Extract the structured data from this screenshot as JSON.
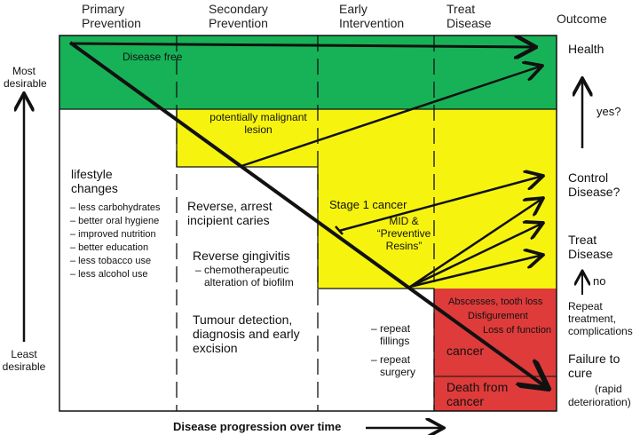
{
  "headers": {
    "primary": [
      "Primary",
      "Prevention"
    ],
    "secondary": [
      "Secondary",
      "Prevention"
    ],
    "early": [
      "Early",
      "Intervention"
    ],
    "treat": [
      "Treat",
      "Disease"
    ],
    "outcome": "Outcome"
  },
  "left_axis": {
    "top": [
      "Most",
      "desirable"
    ],
    "bottom": [
      "Least",
      "desirable"
    ]
  },
  "bottom_axis": "Disease progression over time",
  "regions": {
    "disease_free": "Disease free",
    "pml": [
      "potentially malignant",
      "lesion"
    ],
    "stage1": "Stage 1 cancer",
    "mid": [
      "MID &",
      "“Preventive",
      "Resins”"
    ],
    "abscesses": "Abscesses, tooth loss",
    "disfigurement": "Disfigurement",
    "loss_function": "Loss of function",
    "cancer": "cancer",
    "death": [
      "Death from",
      "cancer"
    ]
  },
  "primary_col": {
    "title": [
      "lifestyle",
      "changes"
    ],
    "items": [
      "– less carbohydrates",
      "– better oral hygiene",
      "– improved nutrition",
      "– better education",
      "– less tobacco use",
      "– less alcohol use"
    ]
  },
  "secondary_col": {
    "reverse_caries": [
      "Reverse, arrest",
      "incipient caries"
    ],
    "gingivitis": "Reverse gingivitis",
    "chemo": [
      "– chemotherapeutic",
      "alteration of biofilm"
    ],
    "tumour": [
      "Tumour detection,",
      "diagnosis and early",
      "excision"
    ]
  },
  "early_col": {
    "fillings": [
      "– repeat",
      "fillings"
    ],
    "surgery": [
      "– repeat",
      "surgery"
    ]
  },
  "outcomes": {
    "health": "Health",
    "yes": "yes?",
    "control": [
      "Control",
      "Disease?"
    ],
    "treat": [
      "Treat",
      "Disease"
    ],
    "no": "no",
    "repeat": [
      "Repeat",
      "treatment,",
      "complications"
    ],
    "failure": [
      "Failure to",
      "cure"
    ],
    "rapid": [
      "(rapid",
      "deterioration)"
    ]
  },
  "colors": {
    "green": "#17b257",
    "yellow": "#f6f40f",
    "red": "#df3b3b",
    "line": "#111111"
  }
}
